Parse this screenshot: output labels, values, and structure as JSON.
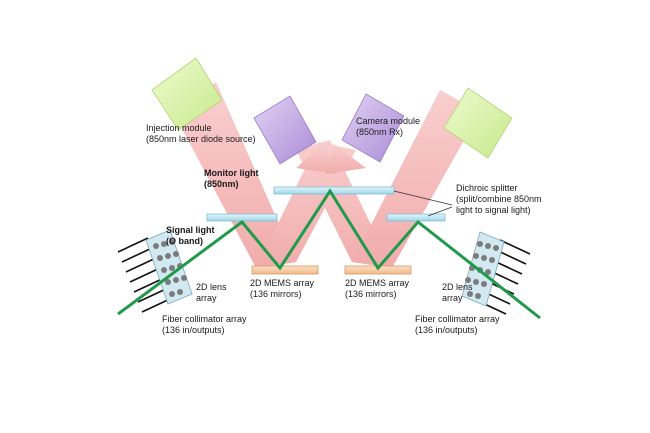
{
  "labels": {
    "injection_line1": "Injection module",
    "injection_line2": "(850nm laser diode source)",
    "camera_line1": "Camera module",
    "camera_line2": "(850nm Rx)",
    "monitor_line1": "Monitor light",
    "monitor_line2": "(850nm)",
    "dichroic_line1": "Dichroic splitter",
    "dichroic_line2": "(split/combine 850nm",
    "dichroic_line3": "light to signal light)",
    "signal_line1": "Signal light",
    "signal_line2": "(O band)",
    "lens_left_line1": "2D lens",
    "lens_left_line2": "array",
    "lens_right_line1": "2D lens",
    "lens_right_line2": "array",
    "mems_left_line1": "2D MEMS array",
    "mems_left_line2": "(136 mirrors)",
    "mems_right_line1": "2D MEMS array",
    "mems_right_line2": "(136 mirrors)",
    "fiber_left_line1": "Fiber collimator array",
    "fiber_left_line2": "(136 in/outputs)",
    "fiber_right_line1": "Fiber collimator array",
    "fiber_right_line2": "(136 in/outputs)"
  },
  "colors": {
    "monitor_beam": "#f4a8a8",
    "signal_beam": "#1f9a4a",
    "injection_module": "#d9f2a6",
    "camera_module": "#c7aee6",
    "splitter": "#bfe6f2",
    "mems": "#f7c9a0"
  }
}
